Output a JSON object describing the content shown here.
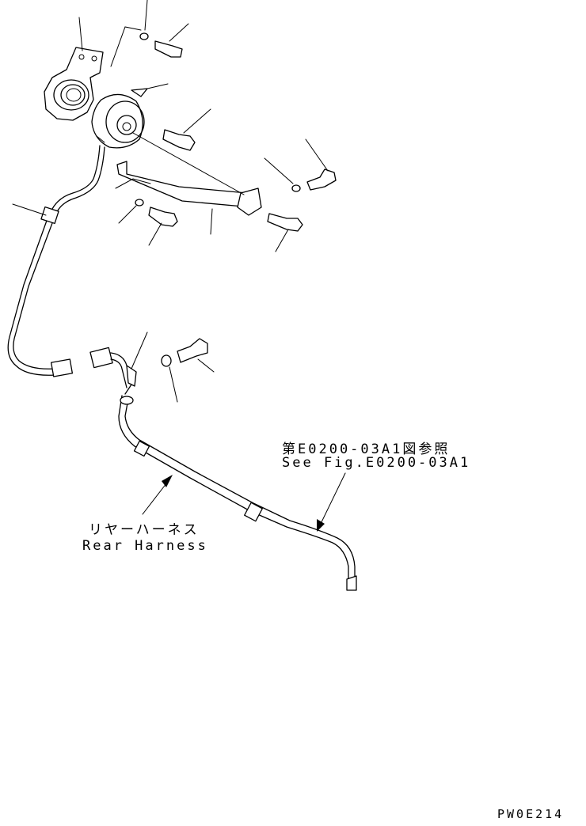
{
  "labels": {
    "reference_jp": "第E0200-03A1図参照",
    "reference_en": "See Fig.E0200-03A1",
    "harness_jp": "リヤーハーネス",
    "harness_en": "Rear Harness",
    "figure_code": "PW0E214"
  }
}
